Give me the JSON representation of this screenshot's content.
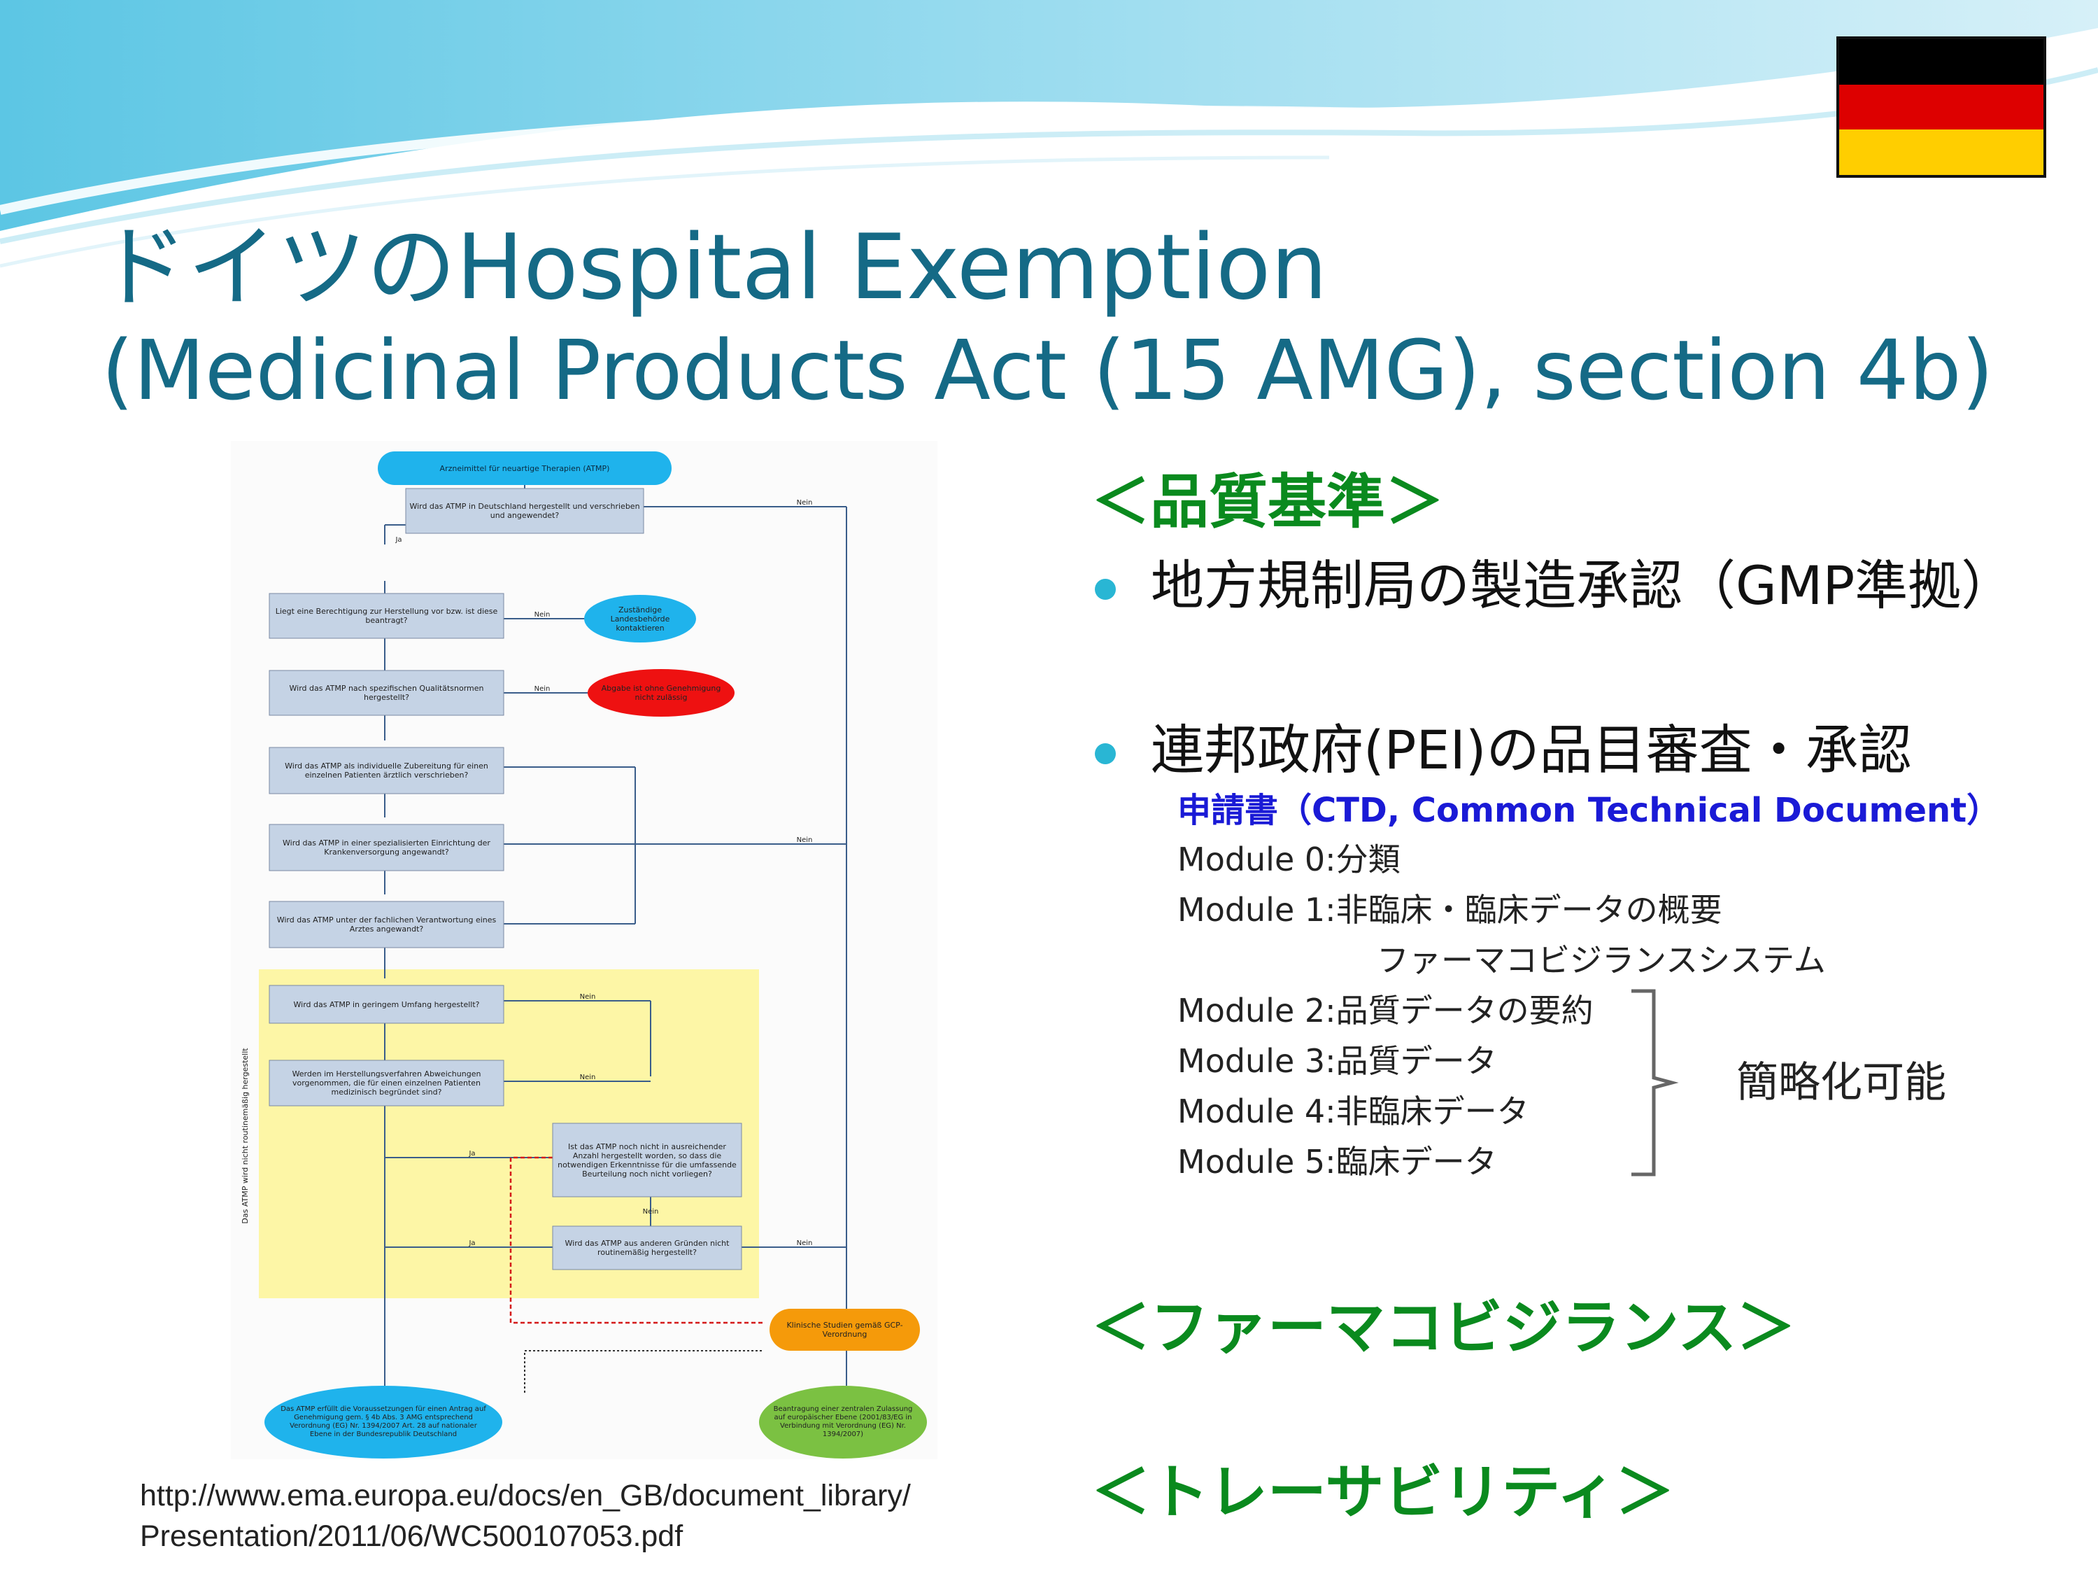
{
  "colors": {
    "title": "#156a86",
    "heading_green": "#0a8a1e",
    "bullet": "#29b6d4",
    "ctd_blue": "#1a1ad6",
    "flag": [
      "#000000",
      "#dd0000",
      "#ffce00"
    ]
  },
  "slide": {
    "title_line1": "ドイツのHospital Exemption",
    "title_line2": "(Medicinal Products Act (15 AMG), section 4b)"
  },
  "flowchart": {
    "start": "Arzneimittel für neuartige Therapien (ATMP)",
    "q1": "Wird das ATMP in Deutschland hergestellt und verschrieben und angewendet?",
    "q2": "Liegt eine Berechtigung zur Herstellung vor bzw. ist diese beantragt?",
    "r2": "Zuständige Landesbehörde kontaktieren",
    "q3": "Wird das ATMP nach spezifischen Qualitätsnormen hergestellt?",
    "r3": "Abgabe ist ohne Genehmigung nicht zulässig",
    "q4": "Wird das ATMP als individuelle Zubereitung für einen einzelnen Patienten ärztlich verschrieben?",
    "q5": "Wird das ATMP in einer spezialisierten Einrichtung der Krankenversorgung angewandt?",
    "q6": "Wird das ATMP unter der fachlichen Verantwortung eines Arztes angewandt?",
    "q7": "Wird das ATMP in geringem Umfang hergestellt?",
    "q8": "Werden im Herstellungsverfahren Abweichungen vorgenommen, die für einen einzelnen Patienten medizinisch begründet sind?",
    "q9": "Ist das ATMP noch nicht in ausreichender Anzahl hergestellt worden, so dass die notwendigen Erkenntnisse für die umfassende Beurteilung noch nicht vorliegen?",
    "q10": "Wird das ATMP aus anderen Gründen nicht routinemäßig hergestellt?",
    "clinical": "Klinische Studien gemäß GCP-Verordnung",
    "national": "Das ATMP erfüllt die Voraussetzungen für einen Antrag auf Genehmigung gem. § 4b Abs. 3 AMG entsprechend Verordnung (EG) Nr. 1394/2007 Art. 28 auf nationaler Ebene in der Bundesrepublik Deutschland",
    "eu": "Beantragung einer zentralen Zulassung auf europäischer Ebene (2001/83/EG in Verbindung mit Verordnung (EG) Nr. 1394/2007)",
    "side_label": "Das ATMP wird nicht routinemäßig hergestellt",
    "ja": "Ja",
    "nein": "Nein"
  },
  "source_url": {
    "line1": "http://www.ema.europa.eu/docs/en_GB/document_library/",
    "line2": "Presentation/2011/06/WC500107053.pdf"
  },
  "sections": {
    "quality": "＜品質基準＞",
    "pv": "＜ファーマコビジランス＞",
    "trace": "＜トレーサビリティ＞"
  },
  "bullets": {
    "b1": "地方規制局の製造承認（GMP準拠）",
    "b2": "連邦政府(PEI)の品目審査・承認"
  },
  "ctd": {
    "label": "申請書（CTD, Common Technical Document）",
    "m0": "Module 0:分類",
    "m1": "Module 1:非臨床・臨床データの概要",
    "m1b": "ファーマコビジランスシステム",
    "m2": "Module 2:品質データの要約",
    "m3": "Module 3:品質データ",
    "m4": "Module 4:非臨床データ",
    "m5": "Module 5:臨床データ",
    "simplify": "簡略化可能"
  }
}
